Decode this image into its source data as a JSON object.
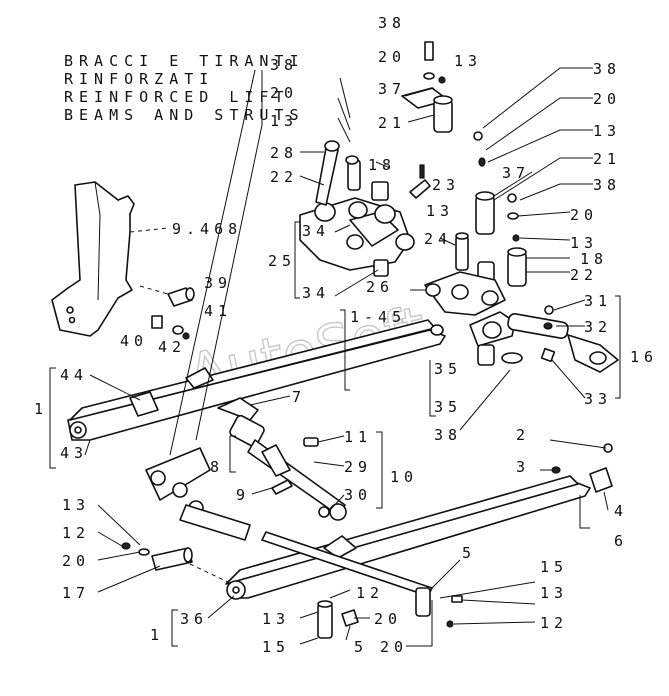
{
  "title_lines": [
    "BRACCI E TIRANTI",
    "RINFORZATI",
    "REINFORCED LIFT",
    "BEAMS AND STRUTS"
  ],
  "watermark": "AutoSoft",
  "labels": {
    "l38a": "38",
    "l20a": "20",
    "l13a": "13",
    "l37a": "37",
    "l21a": "21",
    "l38b": "38",
    "l20b": "20",
    "l13b": "13",
    "l28": "28",
    "l22a": "22",
    "l18a": "18",
    "l23": "23",
    "l13c": "13",
    "l24": "24",
    "l34a": "34",
    "l25": "25",
    "l34b": "34",
    "l26": "26",
    "l9468": "9.468",
    "l39": "39",
    "l41": "41",
    "l40": "40",
    "l42": "42",
    "l38c": "38",
    "l20c": "20",
    "l13d": "13",
    "l21b": "21",
    "l37b": "37",
    "l38d": "38",
    "l20d": "20",
    "l13e": "13",
    "l18b": "18",
    "l22b": "22",
    "l31": "31",
    "l32": "32",
    "l16": "16",
    "l33": "33",
    "l35a": "35",
    "l35b": "35",
    "l38e": "38",
    "l45": "1-45",
    "l44": "44",
    "l1a": "1",
    "l43": "43",
    "l7": "7",
    "l11": "11",
    "l8": "8",
    "l29": "29",
    "l10": "10",
    "l9": "9",
    "l30": "30",
    "l2": "2",
    "l3": "3",
    "l4": "4",
    "l6": "6",
    "l13f": "13",
    "l12a": "12",
    "l20e": "20",
    "l17": "17",
    "l5a": "5",
    "l15a": "15",
    "l13g": "13",
    "l12b": "12",
    "l12c": "12",
    "l36": "36",
    "l13h": "13",
    "l20f": "20",
    "l1b": "1",
    "l15b": "15",
    "l5b": "5",
    "l20g": "20"
  }
}
